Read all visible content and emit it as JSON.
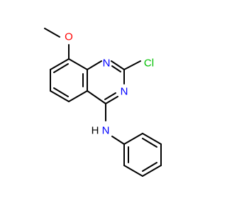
{
  "molecule": {
    "labels": {
      "oxygen": "O",
      "n1": "N",
      "n3": "N",
      "chlorine": "Cl",
      "nh_h": "H",
      "nh_n": "N"
    },
    "colors": {
      "bond": "#000000",
      "oxygen": "#ff0000",
      "nitrogen": "#0000ff",
      "chlorine": "#00c000",
      "hydrogen": "#000000",
      "background": "#ffffff"
    }
  }
}
